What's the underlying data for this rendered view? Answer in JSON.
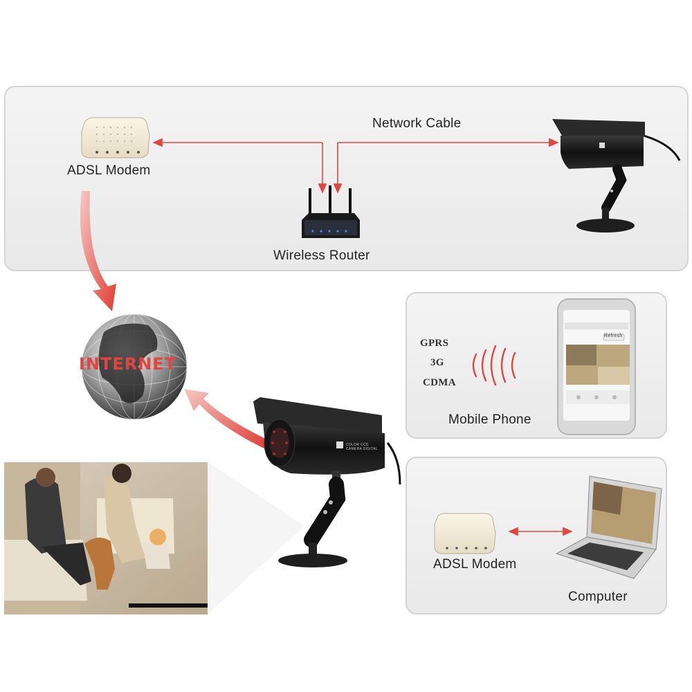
{
  "top_panel": {
    "modem_label": "ADSL Modem",
    "cable_label": "Network Cable",
    "router_label": "Wireless Router"
  },
  "internet": {
    "label": "INTERNET"
  },
  "mobile_panel": {
    "networks": [
      "GPRS",
      "3G",
      "CDMA"
    ],
    "phone_label": "Mobile Phone",
    "phone_screen_button": "Refresh"
  },
  "computer_panel": {
    "modem_label": "ADSL Modem",
    "computer_label": "Computer"
  },
  "camera": {
    "brand_text": "COLOR CCD CAMERA DIGITAL"
  },
  "colors": {
    "arrow_red": "#e0463f",
    "panel_border": "#d4d4d4",
    "device_dark": "#1c1c1c"
  }
}
